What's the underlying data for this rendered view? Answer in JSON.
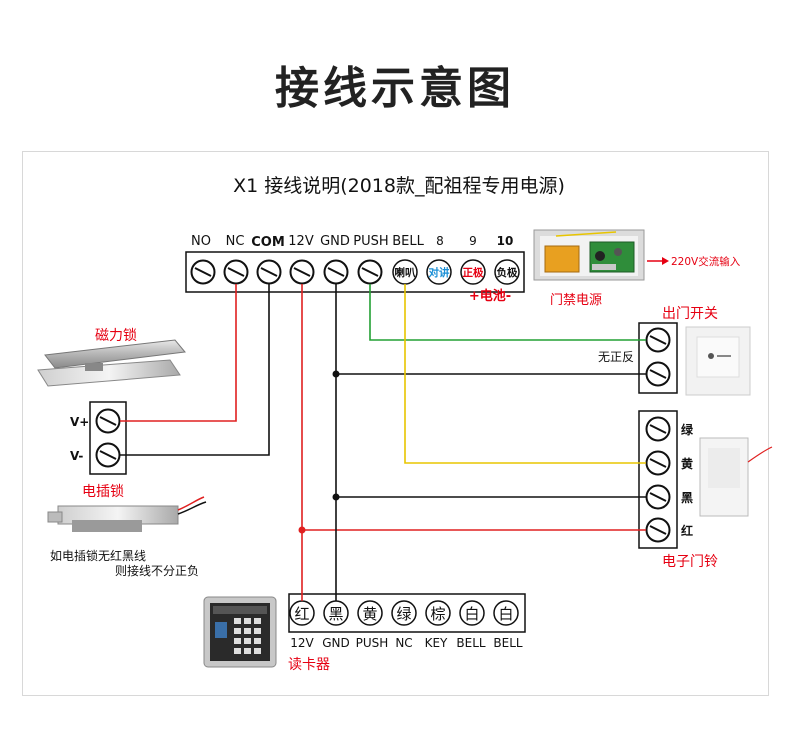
{
  "page": {
    "title": "接线示意图"
  },
  "diagram": {
    "subtitle": "X1 接线说明(2018款_配祖程专用电源)",
    "terminal_labels": [
      "NO",
      "NC",
      "COM",
      "12V",
      "GND",
      "PUSH",
      "BELL",
      "8",
      "9",
      "10"
    ],
    "terminal_markings": {
      "speaker": "喇叭",
      "intercom": "对讲",
      "positive": "正极",
      "negative": "负极"
    },
    "battery_label": "+电池-",
    "power_supply_label": "门禁电源",
    "ac_input_label": "220V交流输入",
    "magnetic_lock": {
      "label": "磁力锁",
      "v_plus": "V+",
      "v_minus": "V-"
    },
    "electric_bolt": {
      "label": "电插锁",
      "note_line1": "如电插锁无红黑线",
      "note_line2": "则接线不分正负"
    },
    "exit_switch": {
      "label": "出门开关",
      "polarity_note": "无正反"
    },
    "doorbell": {
      "label": "电子门铃",
      "wires": [
        "绿",
        "黄",
        "黑",
        "红"
      ]
    },
    "card_reader": {
      "label": "读卡器",
      "wire_colors": [
        "红",
        "黑",
        "黄",
        "绿",
        "棕",
        "白",
        "白"
      ],
      "terminal_labels": [
        "12V",
        "GND",
        "PUSH",
        "NC",
        "KEY",
        "BELL",
        "BELL"
      ]
    },
    "colors": {
      "red": "#e02020",
      "black": "#111111",
      "green": "#22a033",
      "yellow": "#e8c500",
      "accent_red": "#e60012",
      "blue": "#1a8fd6"
    }
  }
}
